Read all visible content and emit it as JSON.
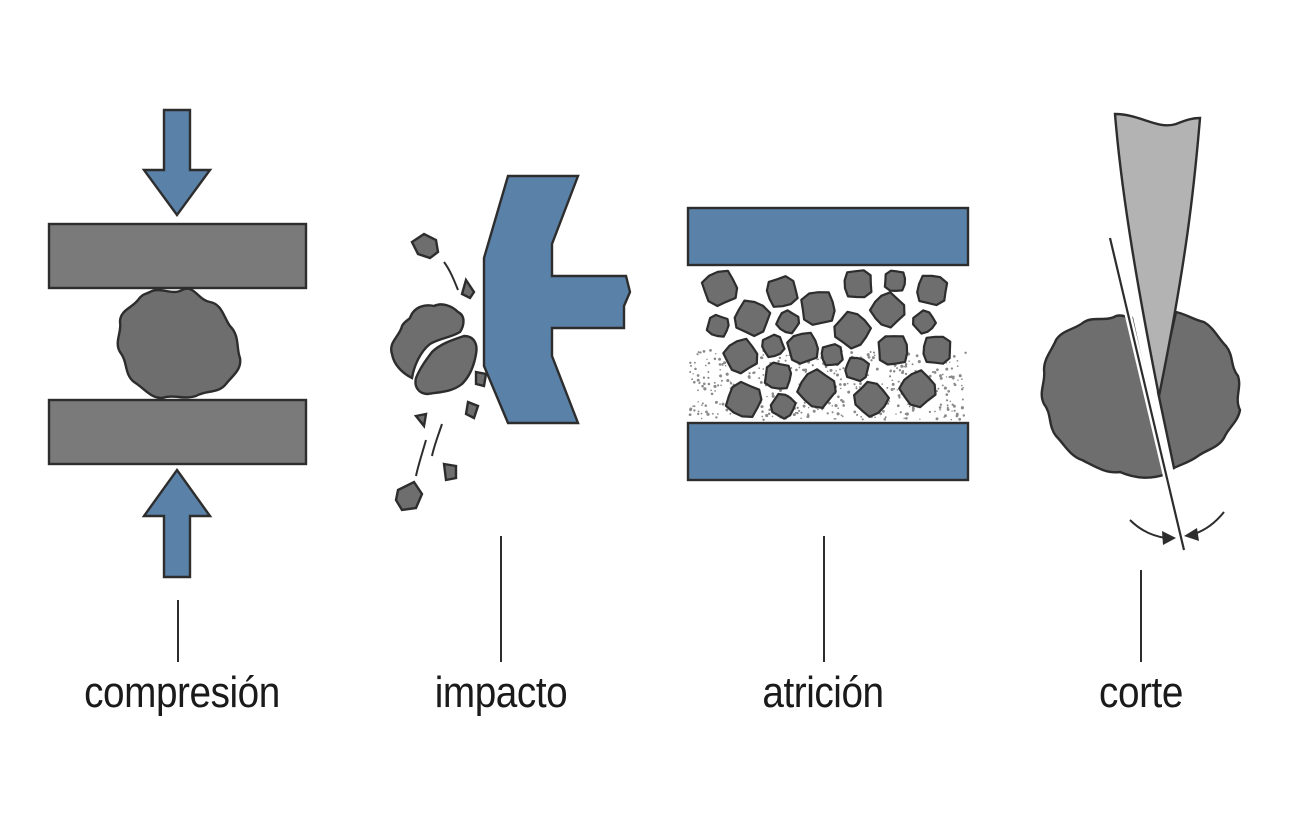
{
  "labels": {
    "compression": "compresión",
    "impact": "impacto",
    "attrition": "atrición",
    "cut": "corte"
  },
  "colors": {
    "blue": "#5a82a8",
    "gray_plate": "#7a7a7a",
    "gray_particle": "#6e6e6e",
    "blade_gray": "#b3b3b3",
    "outline": "#2d2d2d",
    "fines": "#8a8a8a"
  },
  "icons": {
    "compression": "arrows-squeezing-particle-between-plates",
    "impact": "hammer-striking-particle",
    "attrition": "particles-grinding-between-plates",
    "cut": "blade-cutting-particle"
  }
}
